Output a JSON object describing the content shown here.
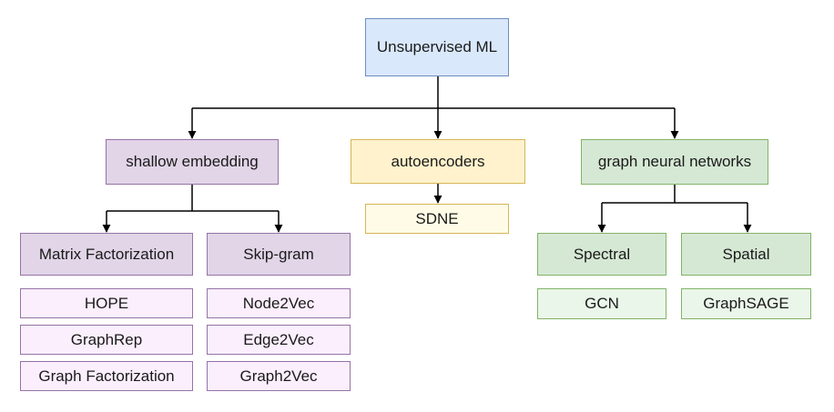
{
  "diagram": {
    "root": "Unsupervised ML",
    "categories": {
      "shallow": "shallow embedding",
      "autoencoders": "autoencoders",
      "gnn": "graph neural networks"
    },
    "shallow_children": {
      "matrix_factorization": "Matrix Factorization",
      "skip_gram": "Skip-gram"
    },
    "matrix_factorization_methods": [
      "HOPE",
      "GraphRep",
      "Graph Factorization"
    ],
    "skip_gram_methods": [
      "Node2Vec",
      "Edge2Vec",
      "Graph2Vec"
    ],
    "autoencoder_methods": [
      "SDNE"
    ],
    "gnn_children": {
      "spectral": "Spectral",
      "spatial": "Spatial"
    },
    "spectral_methods": [
      "GCN"
    ],
    "spatial_methods": [
      "GraphSAGE"
    ]
  },
  "colors": {
    "root_fill": "#dae8fc",
    "root_stroke": "#6c8ebf",
    "shallow_fill": "#e1d5e7",
    "shallow_method_fill": "#fbeefd",
    "shallow_stroke": "#9673a6",
    "autoencoder_fill": "#fff2cc",
    "autoencoder_method_fill": "#fffbe6",
    "autoencoder_stroke": "#d6b656",
    "gnn_fill": "#d5e8d4",
    "gnn_method_fill": "#ebf6ea",
    "gnn_stroke": "#82b366",
    "edge": "#000000"
  }
}
